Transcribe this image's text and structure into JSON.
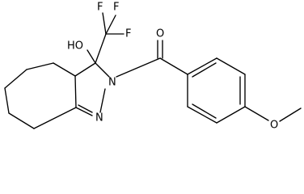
{
  "atoms": {
    "f_top_left": "F",
    "f_top_right": "F",
    "f_right": "F",
    "hydroxyl": "HO",
    "carbonyl_oxygen": "O",
    "pyrazoline_n2": "N",
    "pyrazoline_n1": "N",
    "methoxy_oxygen": "O"
  }
}
